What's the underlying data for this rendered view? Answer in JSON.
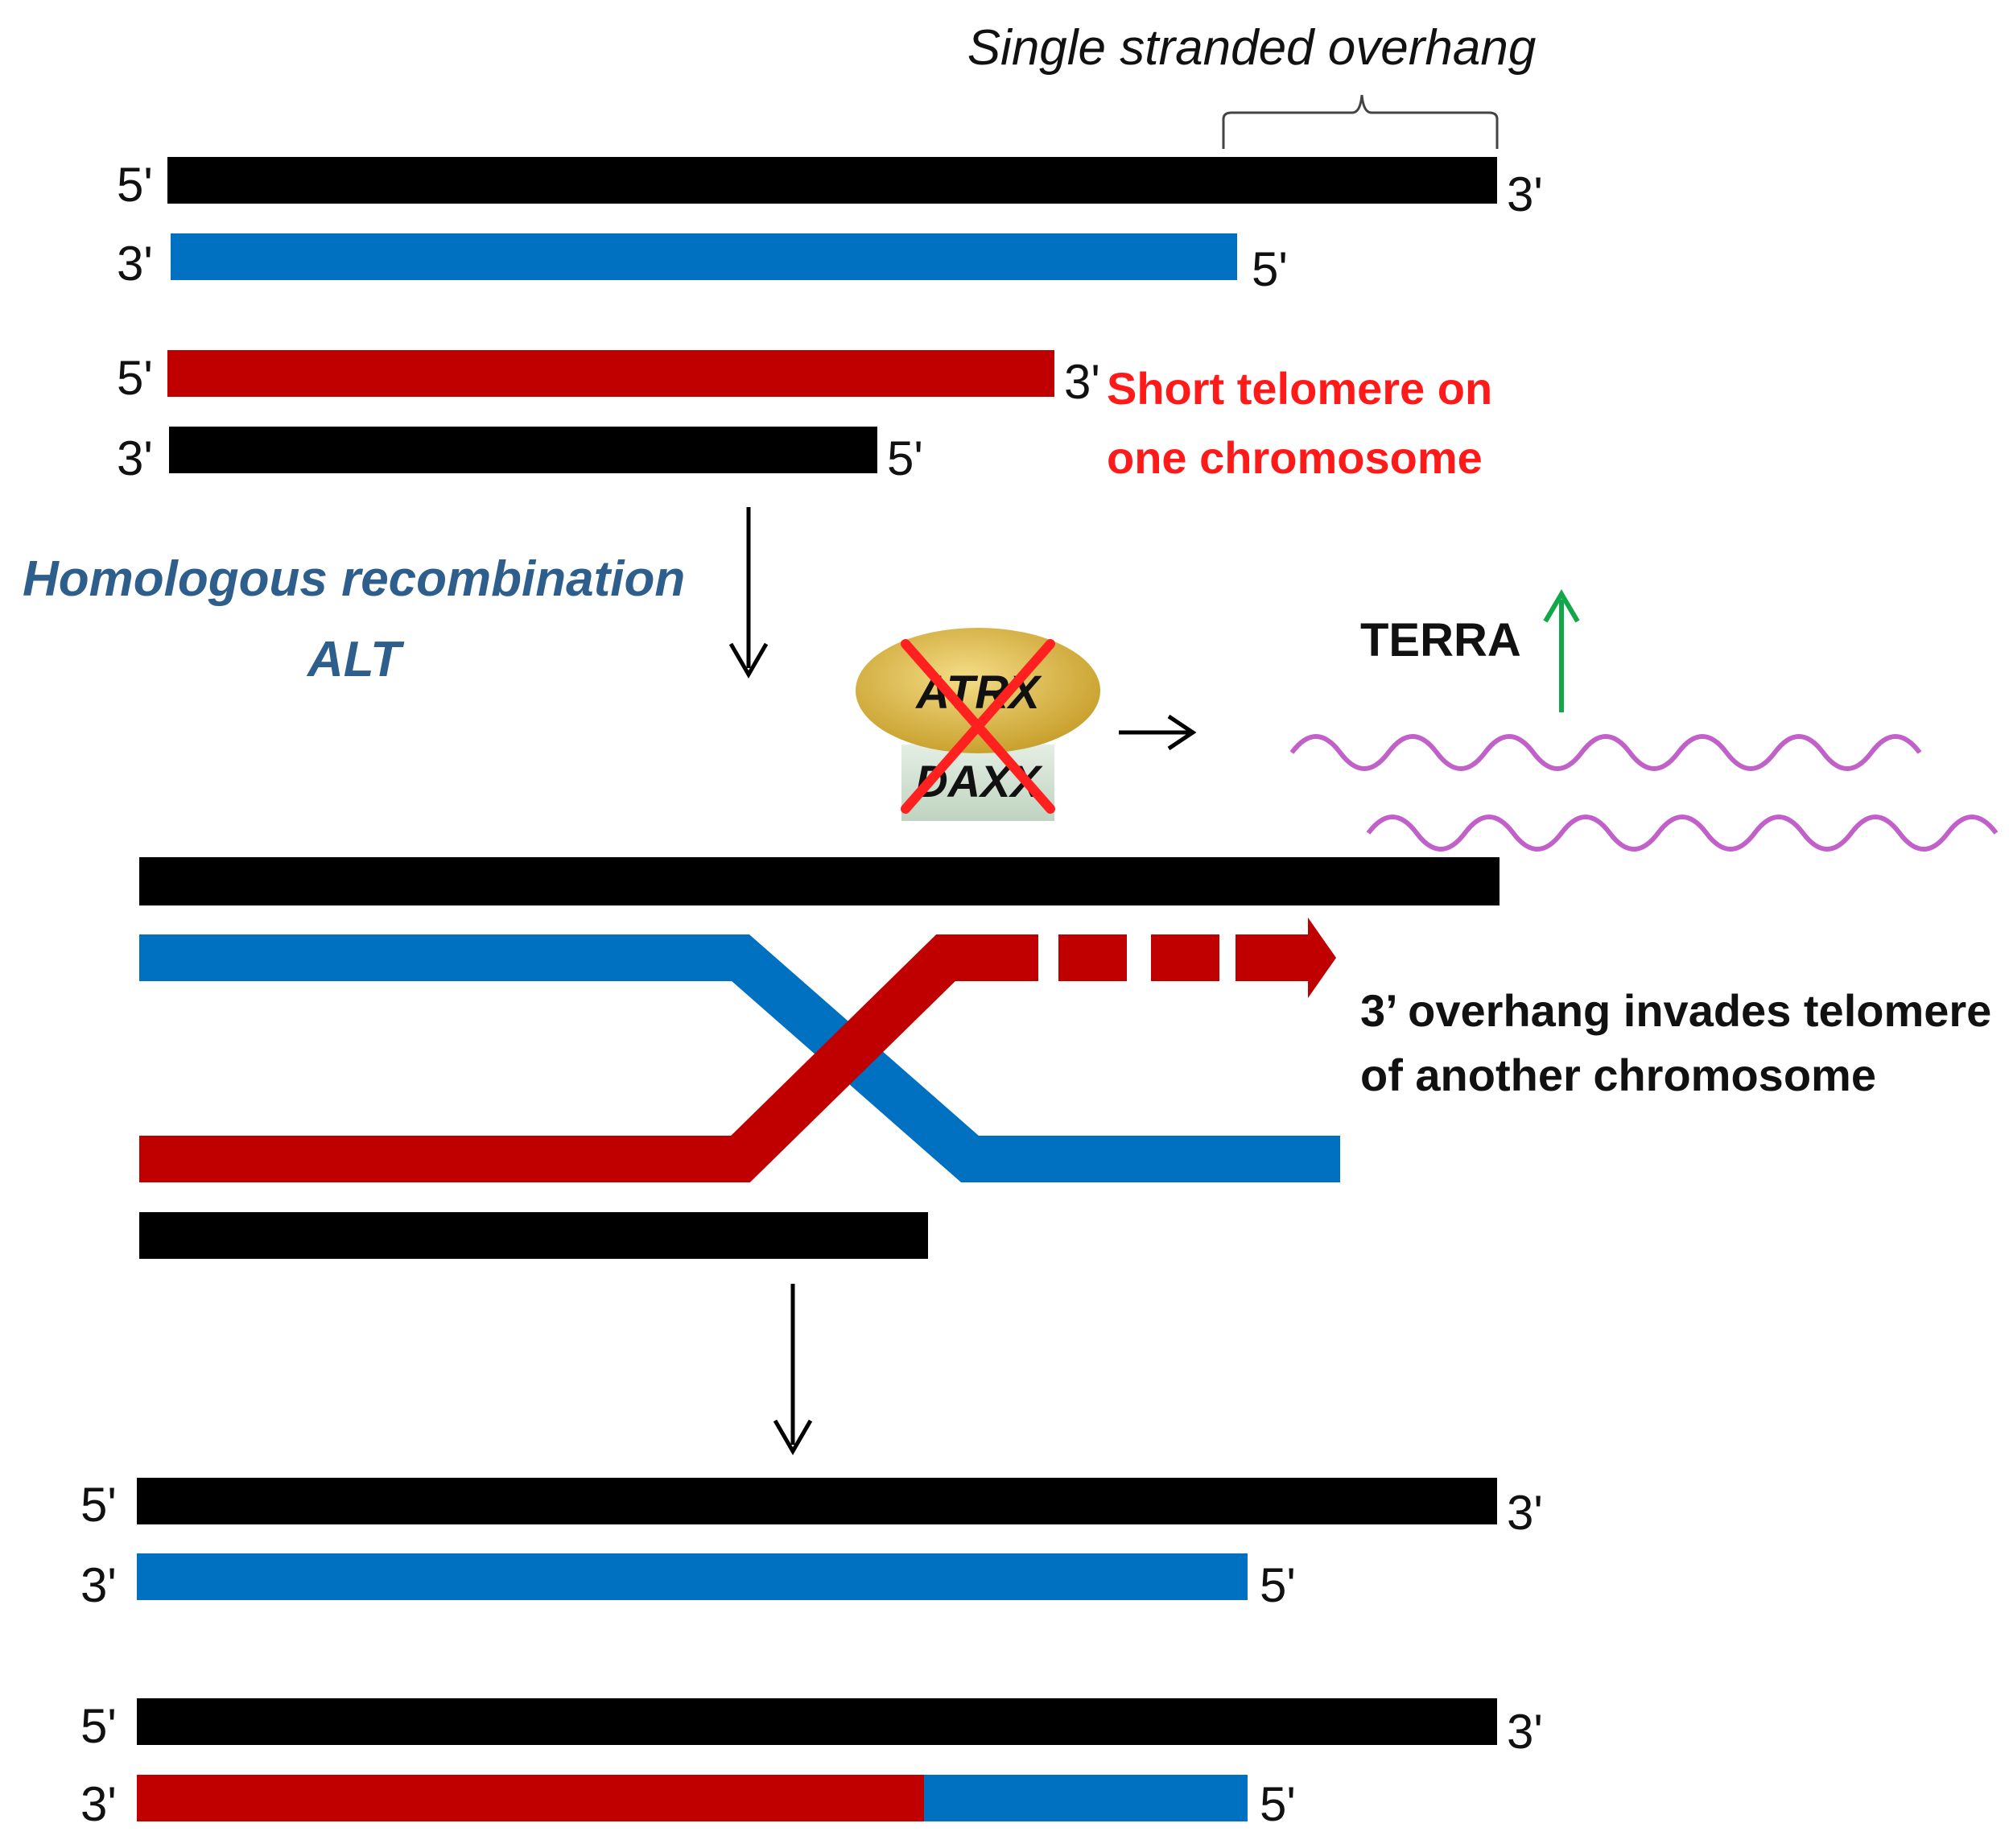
{
  "labels": {
    "overhang_title": "Single stranded overhang",
    "five_prime": "5ʹ",
    "three_prime": "3ʹ",
    "short_telomere_line1": "Short telomere on",
    "short_telomere_line2": "one chromosome",
    "hr_line1": "Homologous recombination",
    "hr_line2": "ALT",
    "atrx": "ATRX",
    "daxx": "DAXX",
    "terra": "TERRA",
    "invade_line1": "3’ overhang invades telomere",
    "invade_line2": "of another chromosome"
  },
  "colors": {
    "black_strand": "#000000",
    "blue_strand": "#0070C0",
    "red_strand": "#C00000",
    "red_text": "#FF1A1A",
    "title_blue": "#2E5E8C",
    "terra_wave": "#C060C8",
    "up_arrow": "#12A84A",
    "atrx_fill": "#D8B23A",
    "daxx_fill": "#CFE0D0",
    "cross": "#FF2020"
  },
  "icons": {
    "cross": "red-x-icon",
    "up_arrow": "green-up-arrow-icon"
  }
}
